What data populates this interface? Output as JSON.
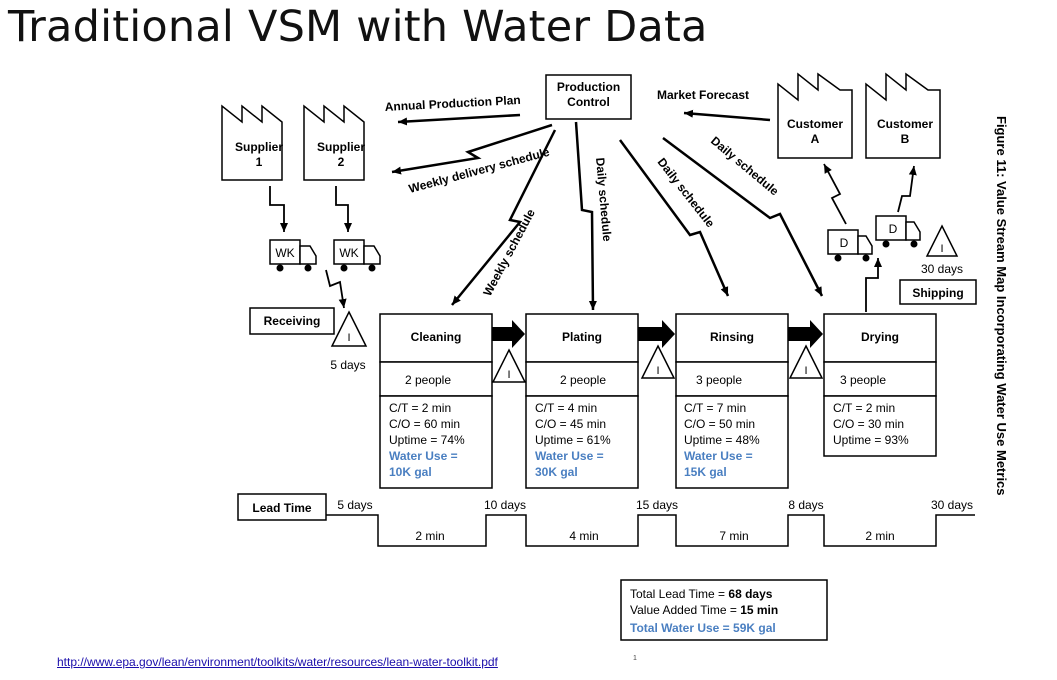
{
  "slide": {
    "title": "Traditional VSM with Water Data",
    "source_url": "http://www.epa.gov/lean/environment/toolkits/water/resources/lean-water-toolkit.pdf",
    "stray_mark": "1"
  },
  "diagram": {
    "figure_caption": "Figure 11: Value Stream Map Incorporating Water Use Metrics",
    "production_control": [
      "Production",
      "Control"
    ],
    "suppliers": [
      {
        "line1": "Supplier",
        "line2": "1"
      },
      {
        "line1": "Supplier",
        "line2": "2"
      }
    ],
    "customers": [
      {
        "line1": "Customer",
        "line2": "A"
      },
      {
        "line1": "Customer",
        "line2": "B"
      }
    ],
    "flows": {
      "annual_plan": "Annual Production Plan",
      "market_forecast": "Market Forecast",
      "weekly_delivery": "Weekly delivery schedule",
      "weekly_schedule": "Weekly  schedule",
      "daily_1": "Daily schedule",
      "daily_2": "Daily schedule",
      "daily_3": "Daily schedule"
    },
    "trucks": {
      "supplier_1": "WK",
      "supplier_2": "WK",
      "shipping_1": "D",
      "shipping_2": "D"
    },
    "receiving": {
      "label": "Receiving",
      "days": "5 days"
    },
    "shipping": {
      "label": "Shipping",
      "days": "30 days"
    },
    "inventory_symbol": "I",
    "processes": [
      {
        "name": "Cleaning",
        "people": "2 people",
        "ct": "C/T = 2 min",
        "co": "C/O = 60 min",
        "uptime": "Uptime = 74%",
        "water1": "Water Use =",
        "water2": "10K gal"
      },
      {
        "name": "Plating",
        "people": "2 people",
        "ct": "C/T = 4 min",
        "co": "C/O = 45 min",
        "uptime": "Uptime = 61%",
        "water1": "Water Use =",
        "water2": "30K gal"
      },
      {
        "name": "Rinsing",
        "people": "3 people",
        "ct": "C/T = 7 min",
        "co": "C/O = 50 min",
        "uptime": "Uptime = 48%",
        "water1": "Water Use =",
        "water2": "15K gal"
      },
      {
        "name": "Drying",
        "people": "3 people",
        "ct": "C/T = 2 min",
        "co": "C/O = 30 min",
        "uptime": "Uptime = 93%",
        "water1": "",
        "water2": ""
      }
    ],
    "lead_time": {
      "label": "Lead Time",
      "days": [
        "5 days",
        "10 days",
        "15 days",
        "8 days",
        "30 days"
      ],
      "times": [
        "2 min",
        "4 min",
        "7 min",
        "2 min"
      ]
    },
    "summary": {
      "total_lead_label": "Total Lead Time = ",
      "total_lead_value": "68 days",
      "value_added_label": "Value Added Time = ",
      "value_added_value": "15 min",
      "total_water": "Total Water Use = 59K gal"
    },
    "colors": {
      "water_blue": "#4a7fc1",
      "ink": "#000000",
      "link": "#1a0dab"
    }
  }
}
